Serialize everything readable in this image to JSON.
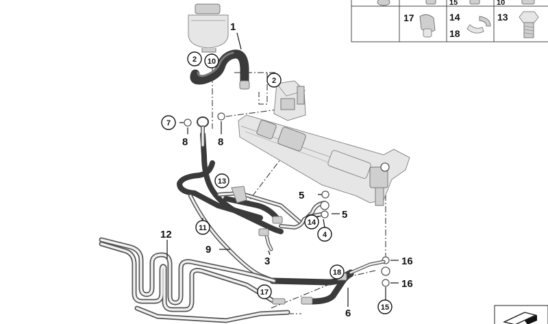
{
  "callouts": {
    "c1": "1",
    "c2a": "2",
    "c10": "10",
    "c2b": "2",
    "c7": "7",
    "c8a": "8",
    "c8b": "8",
    "c13": "13",
    "c5a": "5",
    "c5b": "5",
    "c14": "14",
    "c4": "4",
    "c11": "11",
    "c9": "9",
    "c3": "3",
    "c12": "12",
    "c17": "17",
    "c18": "18",
    "c6": "6",
    "c16a": "16",
    "c16b": "16",
    "c15": "15"
  },
  "inset": {
    "top_row": [
      "15",
      "10"
    ],
    "cell_a": "17",
    "cell_b_top": "14",
    "cell_b_bottom": "18",
    "cell_c": "13"
  },
  "colors": {
    "line": "#111111",
    "hose": "#3a3a3a",
    "part": "#e6e6e6"
  }
}
